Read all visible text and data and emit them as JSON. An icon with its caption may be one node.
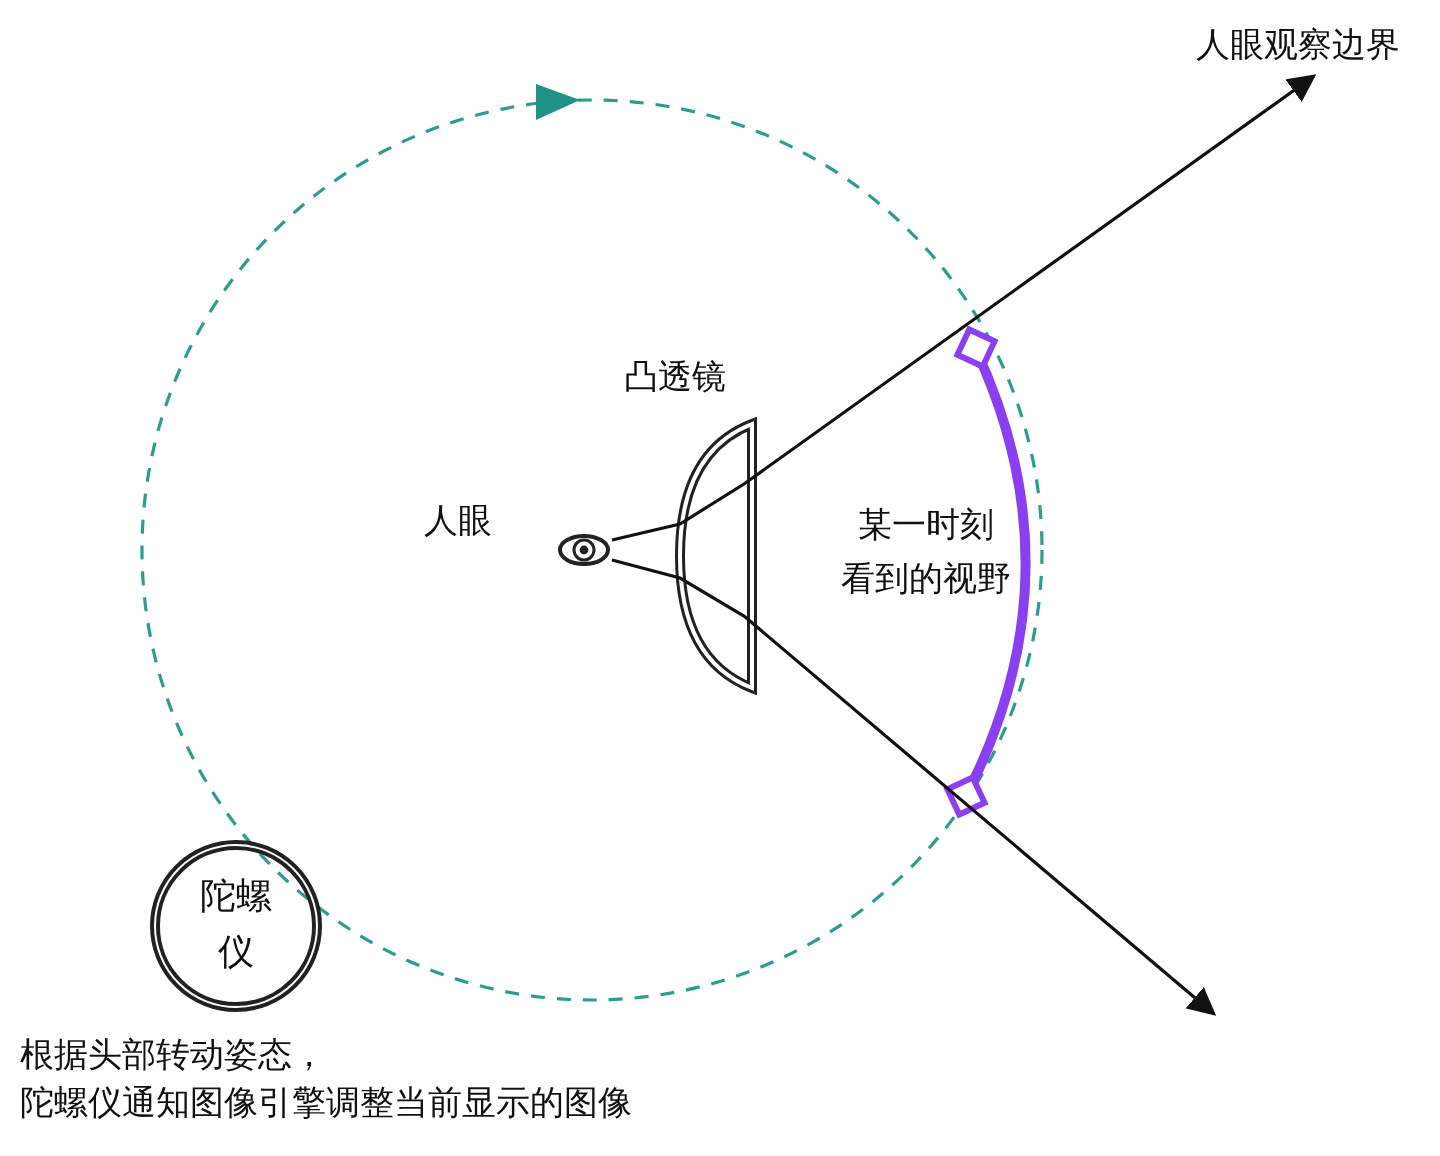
{
  "diagram": {
    "nodes": [
      {
        "text": [],
        "shape": "picture",
        "beside": [
          "人眼"
        ]
      },
      {
        "text": [
          "凸透镜"
        ]
      },
      {
        "text": [
          "陀螺仪"
        ],
        "beside": [
          "根据头部转动姿态，",
          "陀螺仪通知图像引擎调整当前显示的图像"
        ]
      },
      {
        "text": [
          "人眼观察边界"
        ]
      }
    ],
    "edges": [
      {
        "from": 0,
        "to": 3,
        "arrow": "to"
      },
      {
        "from": 0,
        "to": null,
        "arrow": "to"
      }
    ],
    "labels": [
      "某一时刻",
      "看到的视野"
    ]
  }
}
